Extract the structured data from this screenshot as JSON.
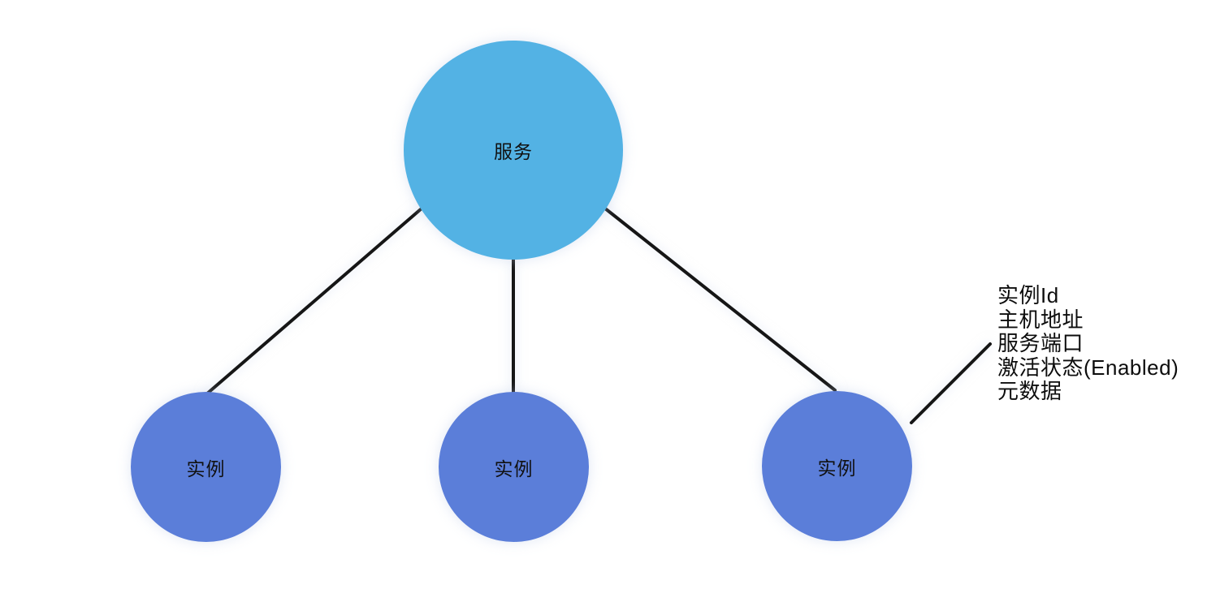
{
  "diagram": {
    "type": "service-instance-tree",
    "background": "#ffffff",
    "edge_color": "#161616",
    "nodes": {
      "service": {
        "label": "服务",
        "fill": "#53b2e4"
      },
      "instances": [
        {
          "label": "实例",
          "fill": "#5b7ed9"
        },
        {
          "label": "实例",
          "fill": "#5b7ed9"
        },
        {
          "label": "实例",
          "fill": "#5b7ed9"
        }
      ]
    },
    "annotation": {
      "lines": [
        "实例Id",
        "主机地址",
        "服务端口",
        "激活状态(Enabled)",
        "元数据"
      ]
    }
  }
}
